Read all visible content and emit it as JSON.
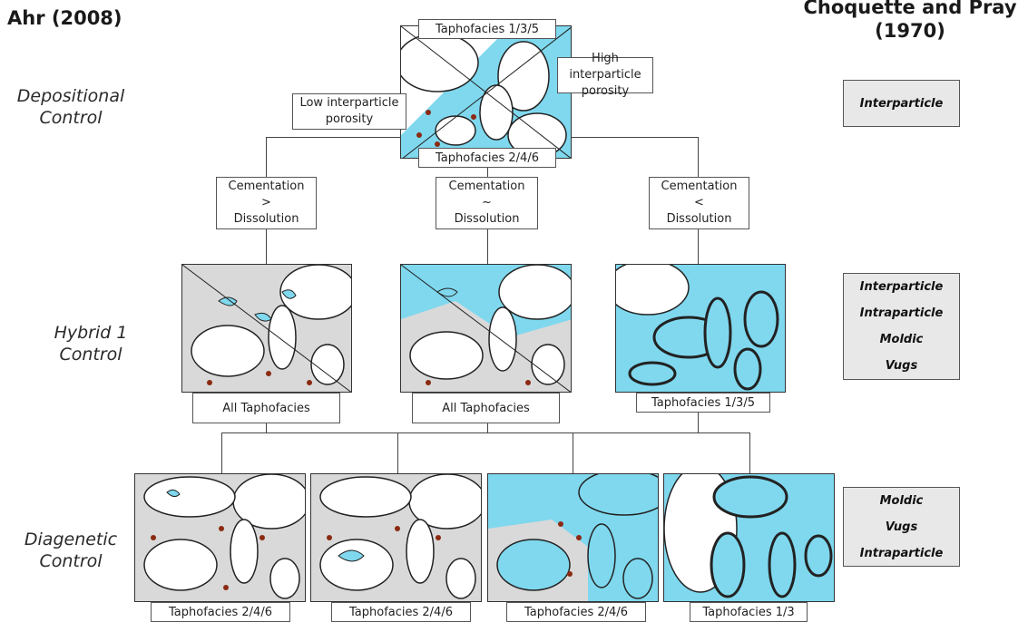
{
  "headers": {
    "left": "Ahr (2008)",
    "right_line1": "Choquette and Pray",
    "right_line2": "(1970)"
  },
  "controls": {
    "depositional": [
      "Depositional",
      "Control"
    ],
    "hybrid": [
      "Hybrid 1",
      "Control"
    ],
    "diagenetic": [
      "Diagenetic",
      "Control"
    ]
  },
  "top_panel": {
    "top_label": "Taphofacies  1/3/5",
    "bottom_label": "Taphofacies  2/4/6",
    "high_label": [
      "High interparticle",
      "porosity"
    ],
    "low_label": [
      "Low interparticle",
      "porosity"
    ]
  },
  "process_boxes": [
    [
      "Cementation",
      ">",
      "Dissolution"
    ],
    [
      "Cementation",
      "~",
      "Dissolution"
    ],
    [
      "Cementation",
      "<",
      "Dissolution"
    ]
  ],
  "hybrid_labels": [
    "All Taphofacies",
    "All Taphofacies",
    "Taphofacies 1/3/5"
  ],
  "diagenetic_labels": [
    "Taphofacies 2/4/6",
    "Taphofacies 2/4/6",
    "Taphofacies 2/4/6",
    "Taphofacies 1/3"
  ],
  "classification": {
    "depositional": [
      "Interparticle"
    ],
    "hybrid": [
      "Interparticle",
      "Intraparticle",
      "Moldic",
      "Vugs"
    ],
    "diagenetic": [
      "Moldic",
      "Vugs",
      "Intraparticle"
    ]
  },
  "colors": {
    "pore_blue": "#7fd8ee",
    "cement_gray": "#d9d9d9",
    "grain_brown": "#8b2a12",
    "line": "#444444"
  }
}
